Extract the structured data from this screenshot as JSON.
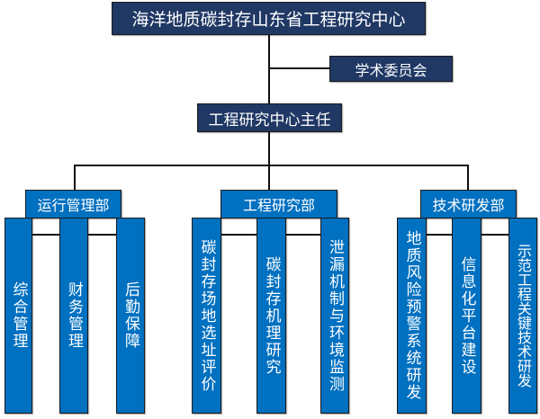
{
  "root": "海洋地质碳封存山东省工程研究中心",
  "committee": "学术委员会",
  "director": "工程研究中心主任",
  "departments": [
    {
      "name": "运行管理部",
      "units": [
        "综合管理",
        "财务管理",
        "后勤保障"
      ]
    },
    {
      "name": "工程研究部",
      "units": [
        "碳封存场地选址评价",
        "碳封存机理研究",
        "泄漏机制与环境监测"
      ]
    },
    {
      "name": "技术研发部",
      "units": [
        "地质风险预警系统研发",
        "信息化平台建设",
        "示范工程关键技术研发"
      ]
    }
  ],
  "colors": {
    "navy": "#203864",
    "blue": "#0070c0"
  }
}
